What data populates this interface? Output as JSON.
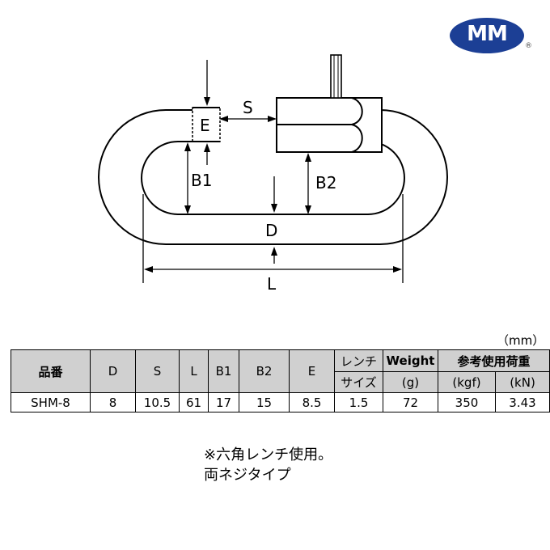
{
  "brand": {
    "logo_text": "MM",
    "registered_mark": "®"
  },
  "diagram_labels": {
    "s": "S",
    "e": "E",
    "b1": "B1",
    "b2": "B2",
    "d": "D",
    "l": "L"
  },
  "table": {
    "unit": "（mm）",
    "headers": {
      "product_number": "品番",
      "d": "D",
      "s": "S",
      "l": "L",
      "b1": "B1",
      "b2": "B2",
      "e": "E",
      "wrench_line1": "レンチ",
      "wrench_line2": "サイズ",
      "weight": "Weight",
      "weight_unit": "(g)",
      "load_group": "参考使用荷重",
      "load_kgf": "(kgf)",
      "load_kn": "(kN)"
    },
    "row": {
      "product_number": "SHM-8",
      "d": "8",
      "s": "10.5",
      "l": "61",
      "b1": "17",
      "b2": "15",
      "e": "8.5",
      "wrench": "1.5",
      "weight": "72",
      "load_kgf": "350",
      "load_kn": "3.43"
    }
  },
  "notes": {
    "line1": "※六角レンチ使用。",
    "line2": "両ネジタイプ"
  },
  "colors": {
    "logo_blue": "#1c3f95",
    "header_gray": "#d0d0d0"
  }
}
